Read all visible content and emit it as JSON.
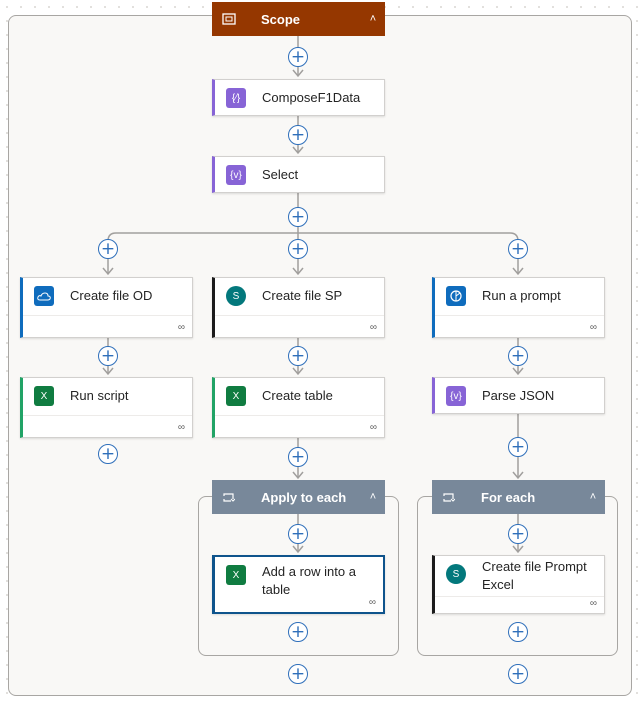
{
  "scope": {
    "label": "Scope",
    "icon": "scope-icon",
    "color": "#953700"
  },
  "actions": {
    "compose": {
      "label": "ComposeF1Data",
      "icon": "compose-icon"
    },
    "select": {
      "label": "Select",
      "icon": "data-operation-icon"
    },
    "create_file_od": {
      "label": "Create file OD",
      "icon": "onedrive-icon"
    },
    "create_file_sp": {
      "label": "Create file SP",
      "icon": "sharepoint-icon"
    },
    "run_prompt": {
      "label": "Run a prompt",
      "icon": "ai-builder-icon"
    },
    "run_script": {
      "label": "Run script",
      "icon": "excel-icon"
    },
    "create_table": {
      "label": "Create table",
      "icon": "excel-icon"
    },
    "parse_json": {
      "label": "Parse JSON",
      "icon": "data-operation-icon"
    },
    "add_row": {
      "label": "Add a row into a table",
      "icon": "excel-icon"
    },
    "create_file_prompt": {
      "label": "Create file Prompt Excel",
      "icon": "sharepoint-icon"
    }
  },
  "loops": {
    "apply_to_each": {
      "label": "Apply to each",
      "icon": "loop-icon",
      "color": "#78889a"
    },
    "for_each": {
      "label": "For each",
      "icon": "loop-icon",
      "color": "#78889a"
    }
  }
}
